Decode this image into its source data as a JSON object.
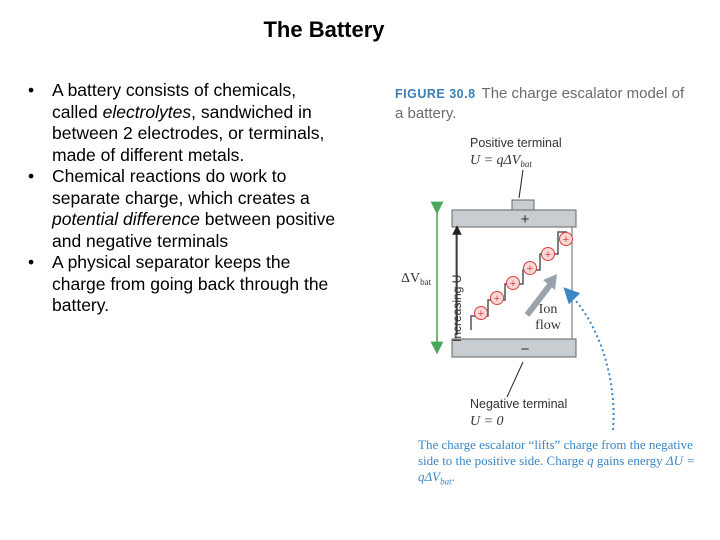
{
  "title": "The Battery",
  "bullets": [
    {
      "segments": [
        {
          "text": "A battery consists of chemicals, called ",
          "italic": false
        },
        {
          "text": "electrolytes",
          "italic": true
        },
        {
          "text": ", sandwiched in  between 2 electrodes, or terminals, made of different metals.",
          "italic": false
        }
      ]
    },
    {
      "segments": [
        {
          "text": "Chemical reactions do work to separate charge, which creates a ",
          "italic": false
        },
        {
          "text": "potential difference",
          "italic": true
        },
        {
          "text": " between positive and negative terminals",
          "italic": false
        }
      ]
    },
    {
      "segments": [
        {
          "text": "A physical separator keeps the charge from going back through the battery.",
          "italic": false
        }
      ]
    }
  ],
  "figure": {
    "number": "FIGURE 30.8",
    "title": "The charge escalator model of a battery.",
    "positive_terminal": {
      "label": "Positive terminal",
      "equation": "U = qΔV",
      "subscript": "bat"
    },
    "negative_terminal": {
      "label": "Negative terminal",
      "equation": "U = 0"
    },
    "plus_sign": "+",
    "minus_sign": "−",
    "delta_v": "ΔV",
    "delta_v_sub": "bat",
    "increasing_u": "Increasing U",
    "ion_flow": [
      "Ion",
      "flow"
    ],
    "charge_symbol": "+",
    "charge_count": 6,
    "caption": {
      "part1": "The charge escalator “lifts” charge from the negative side to the positive side. Charge ",
      "q": "q",
      "part2": " gains energy ",
      "equation": "ΔU = qΔV",
      "subscript": "bat",
      "end": "."
    },
    "colors": {
      "figure_number": "#3a7fb8",
      "caption": "#3a86c6",
      "arrow_green": "#4aa85a",
      "charge_red": "#d9423c",
      "battery_gray": "#c8cdd2",
      "flow_arrow": "#9aa3ab"
    }
  }
}
